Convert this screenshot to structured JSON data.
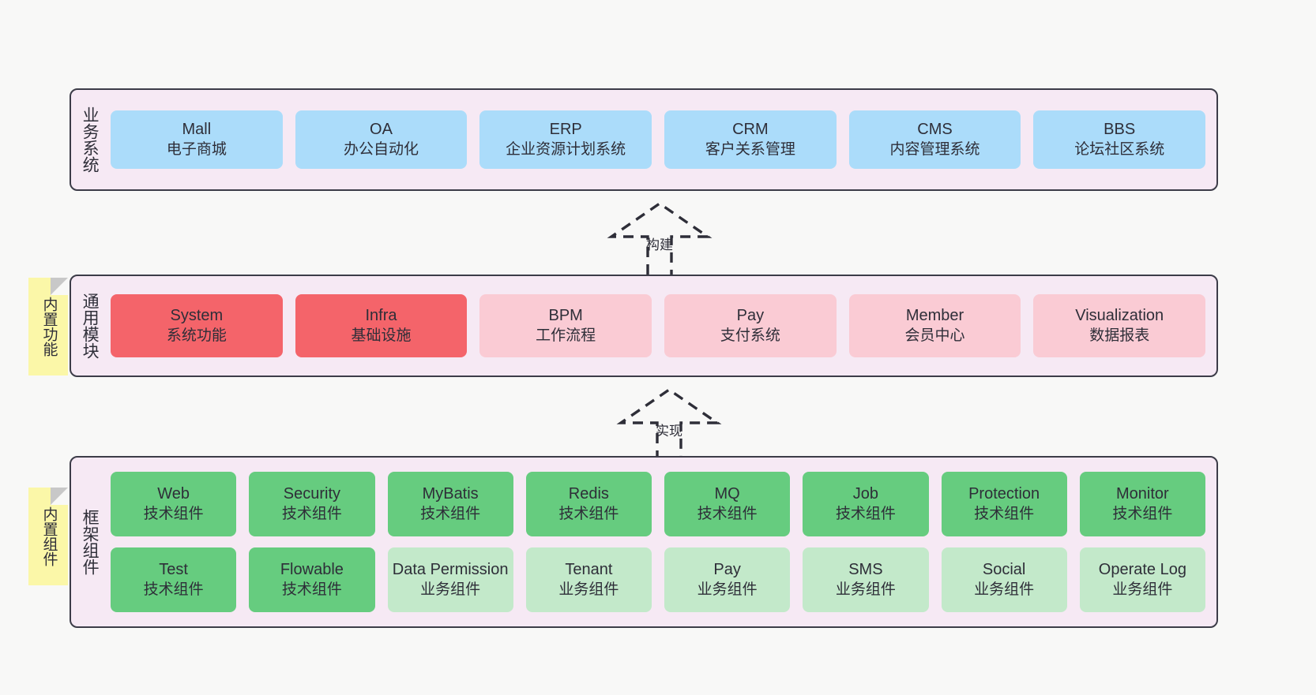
{
  "diagram": {
    "background_color": "#F8F8F7",
    "panel_bg": "#F6E9F4",
    "panel_border": "#3C3C48",
    "note_color": "#FBF7A8"
  },
  "layers": [
    {
      "id": "business",
      "title": "业务系统",
      "rows": [
        [
          {
            "en": "Mall",
            "cn": "电子商城",
            "color": "#ABDCFA"
          },
          {
            "en": "OA",
            "cn": "办公自动化",
            "color": "#ABDCFA"
          },
          {
            "en": "ERP",
            "cn": "企业资源计划系统",
            "color": "#ABDCFA"
          },
          {
            "en": "CRM",
            "cn": "客户关系管理",
            "color": "#ABDCFA"
          },
          {
            "en": "CMS",
            "cn": "内容管理系统",
            "color": "#ABDCFA"
          },
          {
            "en": "BBS",
            "cn": "论坛社区系统",
            "color": "#ABDCFA"
          }
        ]
      ]
    },
    {
      "id": "modules",
      "title": "通用模块",
      "rows": [
        [
          {
            "en": "System",
            "cn": "系统功能",
            "color": "#F4646A"
          },
          {
            "en": "Infra",
            "cn": "基础设施",
            "color": "#F4646A"
          },
          {
            "en": "BPM",
            "cn": "工作流程",
            "color": "#FACBD4"
          },
          {
            "en": "Pay",
            "cn": "支付系统",
            "color": "#FACBD4"
          },
          {
            "en": "Member",
            "cn": "会员中心",
            "color": "#FACBD4"
          },
          {
            "en": "Visualization",
            "cn": "数据报表",
            "color": "#FACBD4"
          }
        ]
      ]
    },
    {
      "id": "framework",
      "title": "框架组件",
      "rows": [
        [
          {
            "en": "Web",
            "cn": "技术组件",
            "color": "#66CC7F"
          },
          {
            "en": "Security",
            "cn": "技术组件",
            "color": "#66CC7F"
          },
          {
            "en": "MyBatis",
            "cn": "技术组件",
            "color": "#66CC7F"
          },
          {
            "en": "Redis",
            "cn": "技术组件",
            "color": "#66CC7F"
          },
          {
            "en": "MQ",
            "cn": "技术组件",
            "color": "#66CC7F"
          },
          {
            "en": "Job",
            "cn": "技术组件",
            "color": "#66CC7F"
          },
          {
            "en": "Protection",
            "cn": "技术组件",
            "color": "#66CC7F"
          },
          {
            "en": "Monitor",
            "cn": "技术组件",
            "color": "#66CC7F"
          }
        ],
        [
          {
            "en": "Test",
            "cn": "技术组件",
            "color": "#66CC7F"
          },
          {
            "en": "Flowable",
            "cn": "技术组件",
            "color": "#66CC7F"
          },
          {
            "en": "Data Permission",
            "cn": "业务组件",
            "color": "#C3E9CA"
          },
          {
            "en": "Tenant",
            "cn": "业务组件",
            "color": "#C3E9CA"
          },
          {
            "en": "Pay",
            "cn": "业务组件",
            "color": "#C3E9CA"
          },
          {
            "en": "SMS",
            "cn": "业务组件",
            "color": "#C3E9CA"
          },
          {
            "en": "Social",
            "cn": "业务组件",
            "color": "#C3E9CA"
          },
          {
            "en": "Operate Log",
            "cn": "业务组件",
            "color": "#C3E9CA"
          }
        ]
      ]
    }
  ],
  "notes": [
    {
      "id": "functions",
      "label": "内置功能"
    },
    {
      "id": "components",
      "label": "内置组件"
    }
  ],
  "arrows": [
    {
      "id": "build",
      "label": "构建"
    },
    {
      "id": "impl",
      "label": "实现"
    }
  ]
}
